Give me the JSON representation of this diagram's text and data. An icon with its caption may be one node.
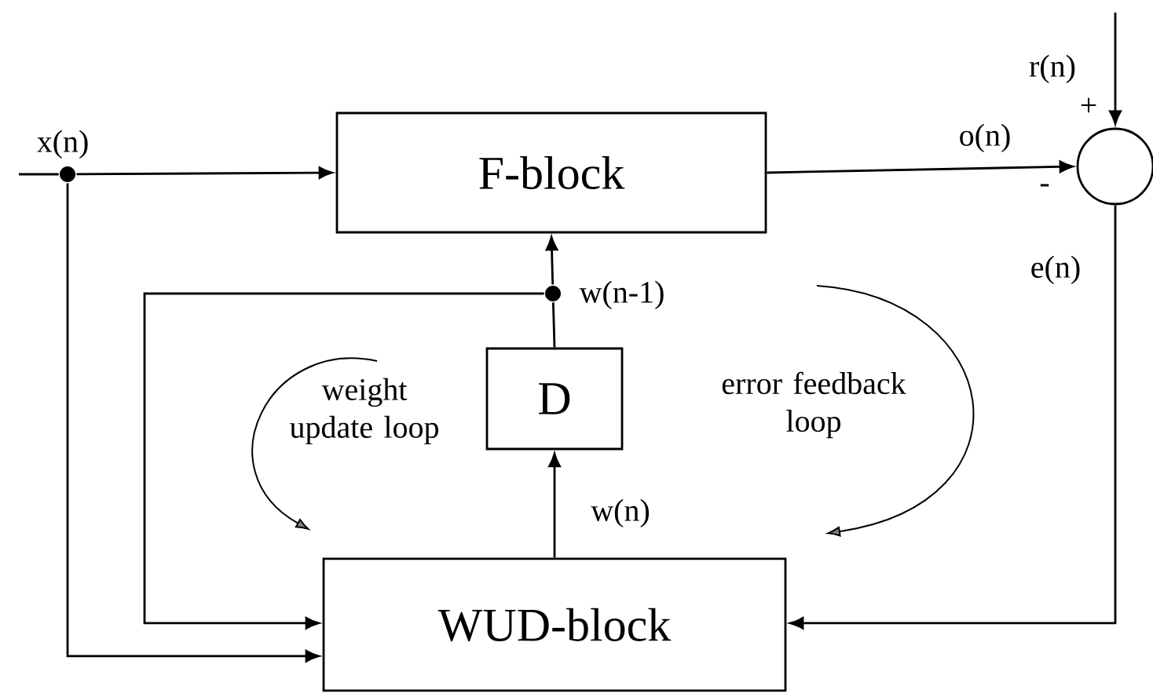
{
  "diagram": {
    "nodes": [
      {
        "text": [
          "F-block"
        ]
      },
      {
        "text": [
          "D"
        ]
      },
      {
        "text": [
          "WUD-block"
        ]
      },
      {
        "text": [],
        "shape": "circle"
      },
      {
        "text": [],
        "shape": "dot"
      },
      {
        "text": [],
        "shape": "dot"
      }
    ],
    "edges": [
      {
        "from": null,
        "to": 4,
        "arrow": "none",
        "label": "x(n)"
      },
      {
        "from": 4,
        "to": 0,
        "arrow": "to"
      },
      {
        "from": 4,
        "to": 2,
        "arrow": "to"
      },
      {
        "from": 0,
        "to": 3,
        "arrow": "to",
        "label": "o(n)"
      },
      {
        "from": null,
        "to": 3,
        "arrow": "to",
        "label": "r(n)"
      },
      {
        "from": 3,
        "to": 2,
        "arrow": "to",
        "label": "e(n)"
      },
      {
        "from": 2,
        "to": 1,
        "arrow": "to",
        "label": "w(n)"
      },
      {
        "from": 1,
        "to": 5,
        "arrow": "none"
      },
      {
        "from": 5,
        "to": 0,
        "arrow": "to",
        "label": "w(n-1)"
      },
      {
        "from": 5,
        "to": 2,
        "arrow": "to"
      }
    ],
    "labels": [
      "+",
      "-",
      "weight update loop",
      "error feedback loop"
    ]
  }
}
